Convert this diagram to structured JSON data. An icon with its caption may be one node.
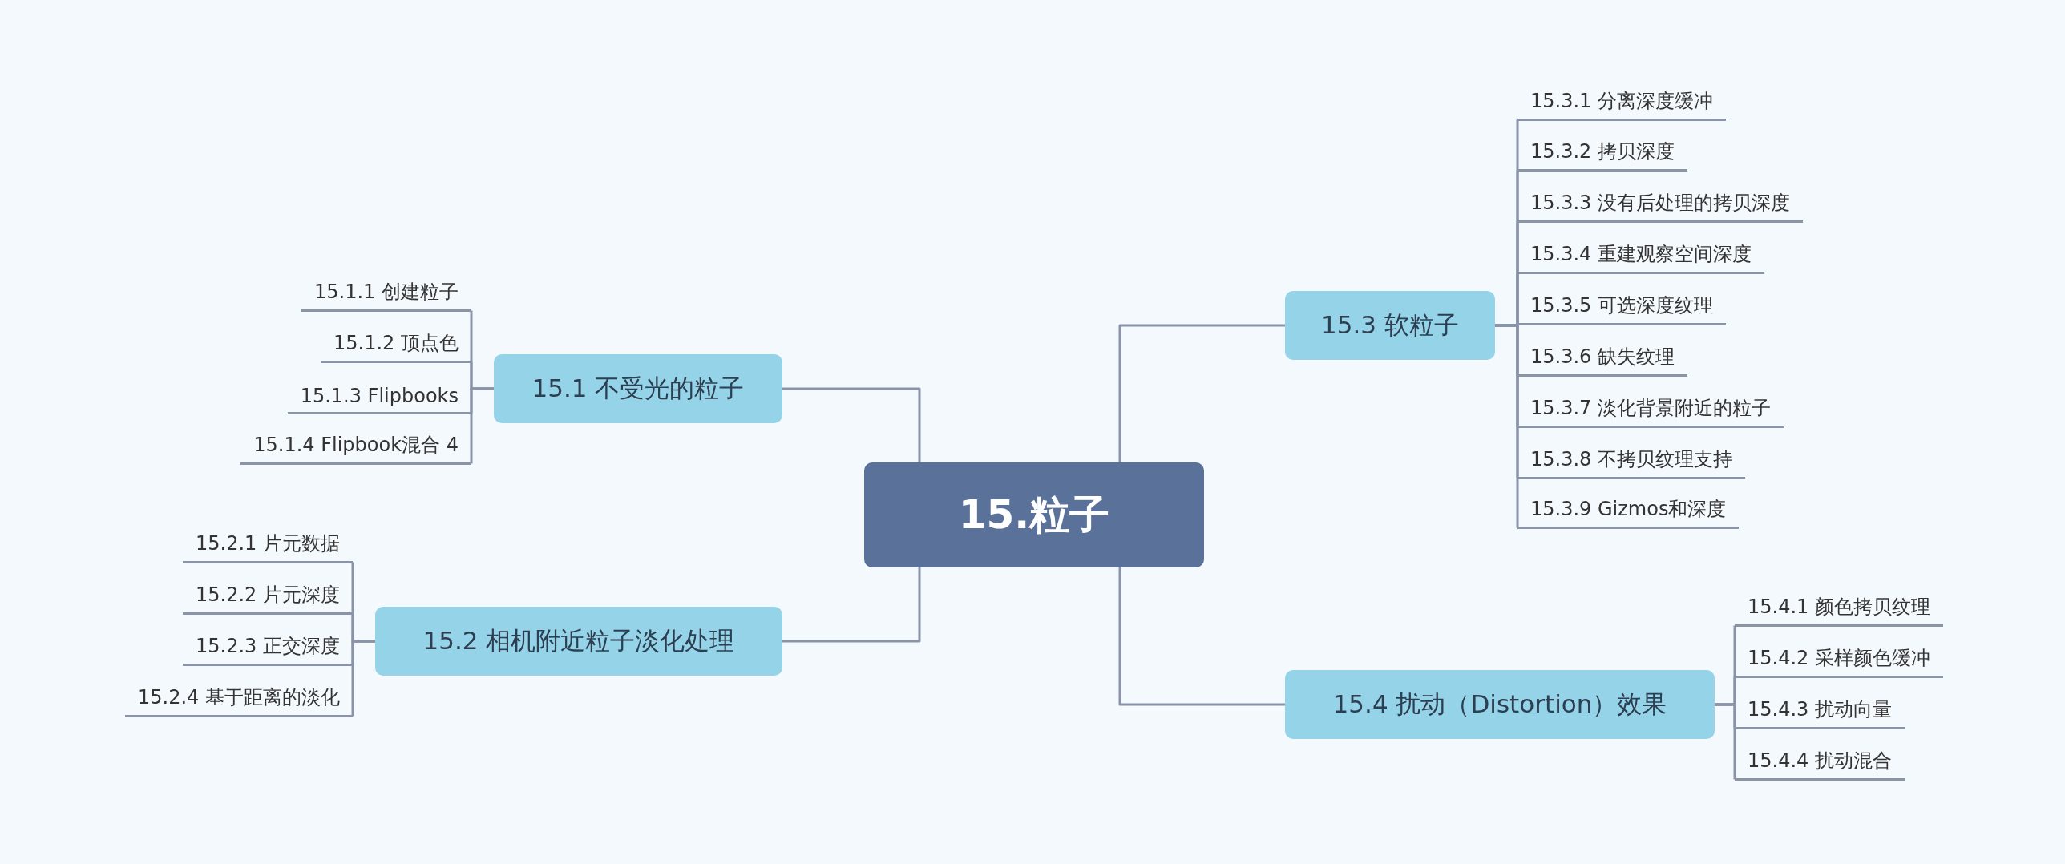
{
  "diagram": {
    "nodes": [
      {
        "text": [
          "15.粒子"
        ]
      },
      {
        "text": [
          "15.1 不受光的粒子"
        ]
      },
      {
        "text": [
          "15.1.1 创建粒子"
        ]
      },
      {
        "text": [
          "15.1.2 顶点色"
        ]
      },
      {
        "text": [
          "15.1.3 Flipbooks"
        ]
      },
      {
        "text": [
          "15.1.4 Flipbook混合 4"
        ]
      },
      {
        "text": [
          "15.2 相机附近粒子淡化处理"
        ]
      },
      {
        "text": [
          "15.2.1 片元数据"
        ]
      },
      {
        "text": [
          "15.2.2 片元深度"
        ]
      },
      {
        "text": [
          "15.2.3 正交深度"
        ]
      },
      {
        "text": [
          "15.2.4 基于距离的淡化"
        ]
      },
      {
        "text": [
          "15.3 软粒子"
        ]
      },
      {
        "text": [
          "15.3.1 分离深度缓冲"
        ]
      },
      {
        "text": [
          "15.3.2 拷贝深度"
        ]
      },
      {
        "text": [
          "15.3.3 没有后处理的拷贝深度"
        ]
      },
      {
        "text": [
          "15.3.4 重建观察空间深度"
        ]
      },
      {
        "text": [
          "15.3.5 可选深度纹理"
        ]
      },
      {
        "text": [
          "15.3.6 缺失纹理"
        ]
      },
      {
        "text": [
          "15.3.7 淡化背景附近的粒子"
        ]
      },
      {
        "text": [
          "15.3.8 不拷贝纹理支持"
        ]
      },
      {
        "text": [
          "15.3.9 Gizmos和深度"
        ]
      },
      {
        "text": [
          "15.4 扰动（Distortion）效果"
        ]
      },
      {
        "text": [
          "15.4.1 颜色拷贝纹理"
        ]
      },
      {
        "text": [
          "15.4.2 采样颜色缓冲"
        ]
      },
      {
        "text": [
          "15.4.3 扰动向量"
        ]
      },
      {
        "text": [
          "15.4.4 扰动混合"
        ]
      }
    ],
    "edges": [
      {
        "from": 0,
        "to": 1,
        "arrow": "none"
      },
      {
        "from": 1,
        "to": 2,
        "arrow": "none"
      },
      {
        "from": 1,
        "to": 3,
        "arrow": "none"
      },
      {
        "from": 1,
        "to": 4,
        "arrow": "none"
      },
      {
        "from": 1,
        "to": 5,
        "arrow": "none"
      },
      {
        "from": 0,
        "to": 6,
        "arrow": "none"
      },
      {
        "from": 6,
        "to": 7,
        "arrow": "none"
      },
      {
        "from": 6,
        "to": 8,
        "arrow": "none"
      },
      {
        "from": 6,
        "to": 9,
        "arrow": "none"
      },
      {
        "from": 6,
        "to": 10,
        "arrow": "none"
      },
      {
        "from": 0,
        "to": 11,
        "arrow": "none"
      },
      {
        "from": 11,
        "to": 12,
        "arrow": "none"
      },
      {
        "from": 11,
        "to": 13,
        "arrow": "none"
      },
      {
        "from": 11,
        "to": 14,
        "arrow": "none"
      },
      {
        "from": 11,
        "to": 15,
        "arrow": "none"
      },
      {
        "from": 11,
        "to": 16,
        "arrow": "none"
      },
      {
        "from": 11,
        "to": 17,
        "arrow": "none"
      },
      {
        "from": 11,
        "to": 18,
        "arrow": "none"
      },
      {
        "from": 11,
        "to": 19,
        "arrow": "none"
      },
      {
        "from": 11,
        "to": 20,
        "arrow": "none"
      },
      {
        "from": 0,
        "to": 21,
        "arrow": "none"
      },
      {
        "from": 21,
        "to": 22,
        "arrow": "none"
      },
      {
        "from": 21,
        "to": 23,
        "arrow": "none"
      },
      {
        "from": 21,
        "to": 24,
        "arrow": "none"
      },
      {
        "from": 21,
        "to": 25,
        "arrow": "none"
      }
    ]
  }
}
